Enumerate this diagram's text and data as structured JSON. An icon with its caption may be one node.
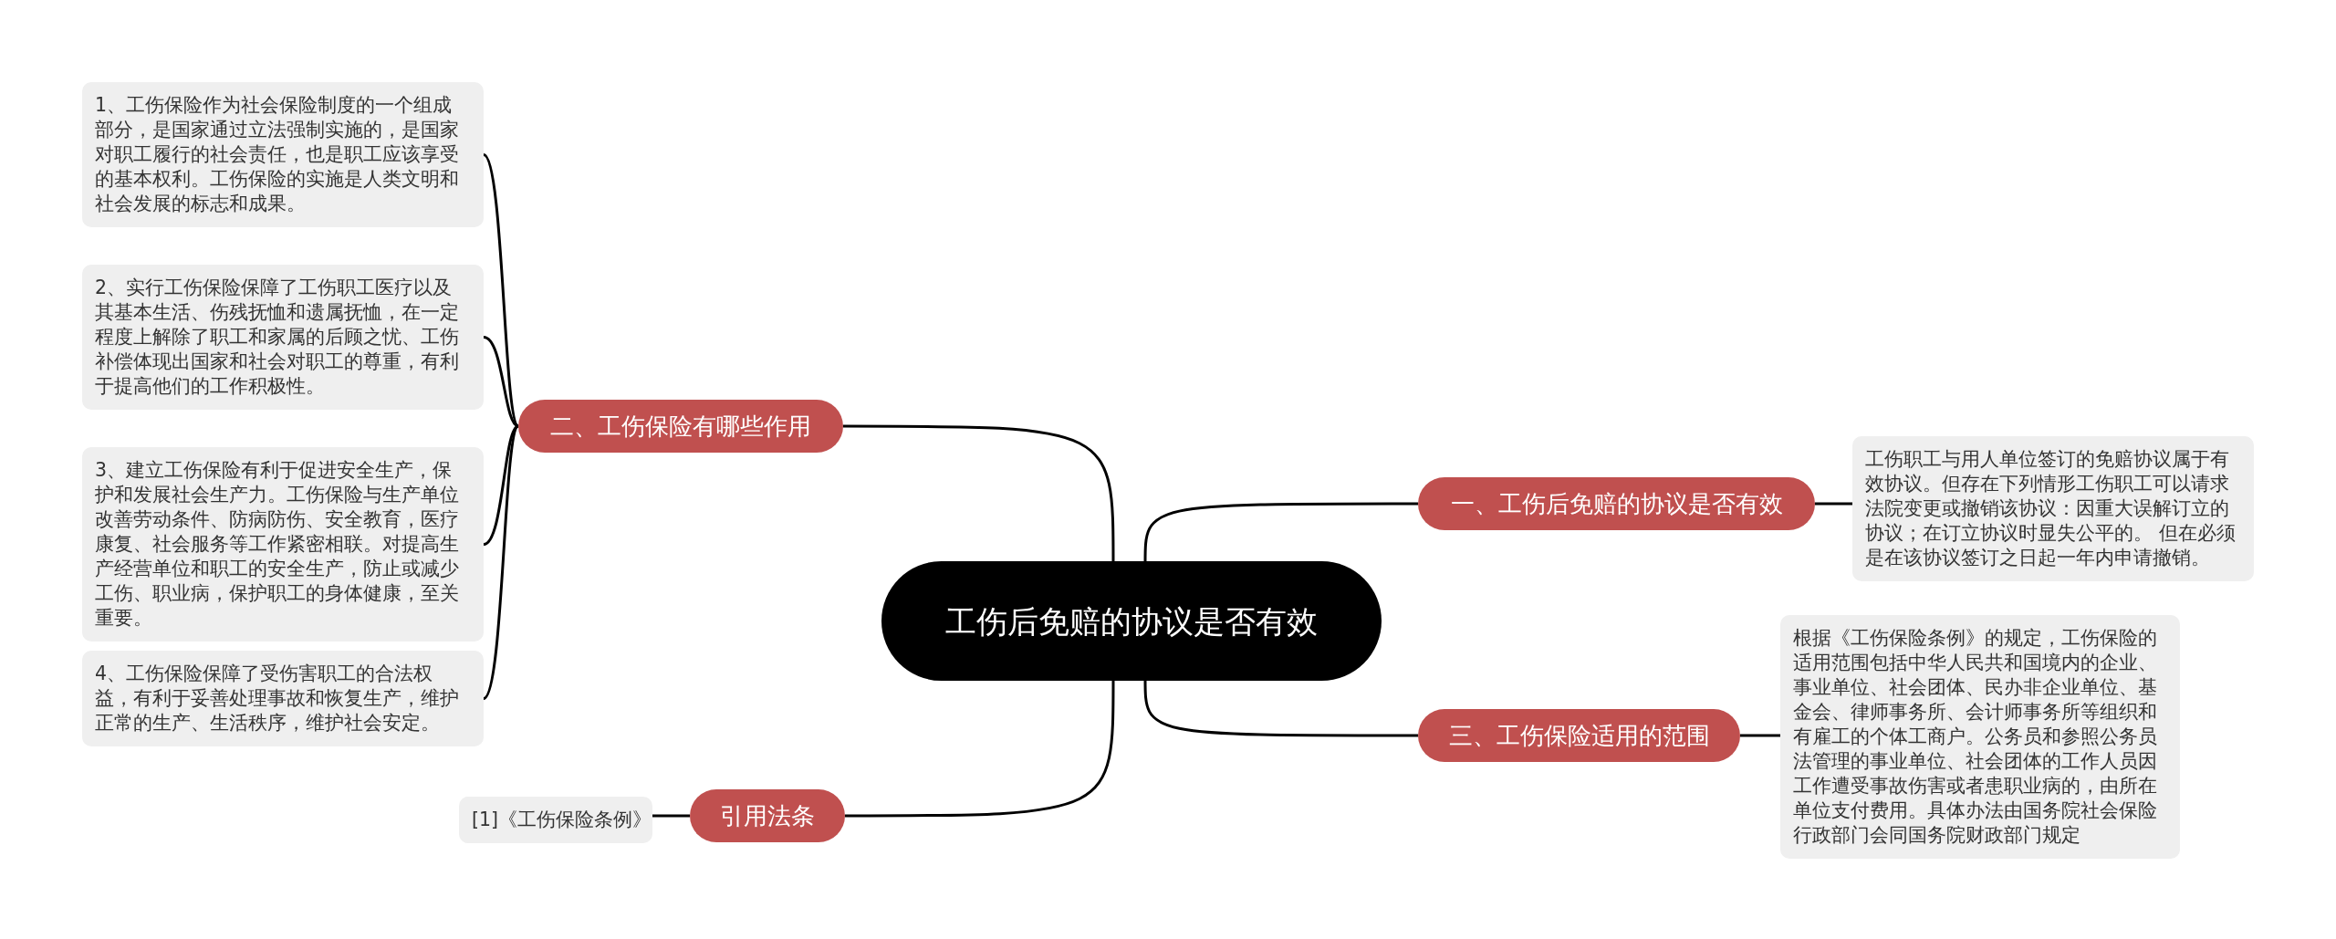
{
  "diagram": {
    "nodes": [
      {
        "text": [
          "工伤后免赔的协议是否有效"
        ]
      },
      {
        "text": [
          "一、工伤后免赔的协议是否有效"
        ]
      },
      {
        "text": [
          "工伤职工与用人单位签订的免赔协议属于有效协议。但存在下列情形工伤职工可以请求法院变更或撤销该协议：因重大误解订立的协议；在订立协议时显失公平的。 但在必须是在该协议签订之日起一年内申请撤销。"
        ]
      },
      {
        "text": [
          "二、工伤保险有哪些作用"
        ]
      },
      {
        "text": [
          "1、工伤保险作为社会保险制度的一个组成部分，是国家通过立法强制实施的，是国家对职工履行的社会责任，也是职工应该享受的基本权利。工伤保险的实施是人类文明和社会发展的标志和成果。"
        ]
      },
      {
        "text": [
          "2、实行工伤保险保障了工伤职工医疗以及其基本生活、伤残抚恤和遗属抚恤，在一定程度上解除了职工和家属的后顾之忧、工伤补偿体现出国家和社会对职工的尊重，有利于提高他们的工作积极性。"
        ]
      },
      {
        "text": [
          "3、建立工伤保险有利于促进安全生产，保护和发展社会生产力。工伤保险与生产单位改善劳动条件、防病防伤、安全教育，医疗康复、社会服务等工作紧密相联。对提高生产经营单位和职工的安全生产，防止或减少工伤、职业病，保护职工的身体健康，至关重要。"
        ]
      },
      {
        "text": [
          "4、工伤保险保障了受伤害职工的合法权益，有利于妥善处理事故和恢复生产，维护正常的生产、生活秩序，维护社会安定。"
        ]
      },
      {
        "text": [
          "三、工伤保险适用的范围"
        ]
      },
      {
        "text": [
          "根据《工伤保险条例》的规定，工伤保险的适用范围包括中华人民共和国境内的企业、事业单位、社会团体、民办非企业单位、基金会、律师事务所、会计师事务所等组织和有雇工的个体工商户。公务员和参照公务员法管理的事业单位、社会团体的工作人员因工作遭受事故伤害或者患职业病的，由所在单位支付费用。具体办法由国务院社会保险行政部门会同国务院财政部门规定"
        ]
      },
      {
        "text": [
          "引用法条"
        ]
      },
      {
        "text": [
          "[1]《工伤保险条例》"
        ]
      }
    ],
    "edges": [
      {
        "from": 0,
        "to": 1,
        "arrow": "none"
      },
      {
        "from": 1,
        "to": 2,
        "arrow": "none"
      },
      {
        "from": 0,
        "to": 3,
        "arrow": "none"
      },
      {
        "from": 3,
        "to": 4,
        "arrow": "none"
      },
      {
        "from": 3,
        "to": 5,
        "arrow": "none"
      },
      {
        "from": 3,
        "to": 6,
        "arrow": "none"
      },
      {
        "from": 3,
        "to": 7,
        "arrow": "none"
      },
      {
        "from": 0,
        "to": 8,
        "arrow": "none"
      },
      {
        "from": 8,
        "to": 9,
        "arrow": "none"
      },
      {
        "from": 0,
        "to": 10,
        "arrow": "none"
      },
      {
        "from": 10,
        "to": 11,
        "arrow": "none"
      }
    ]
  }
}
